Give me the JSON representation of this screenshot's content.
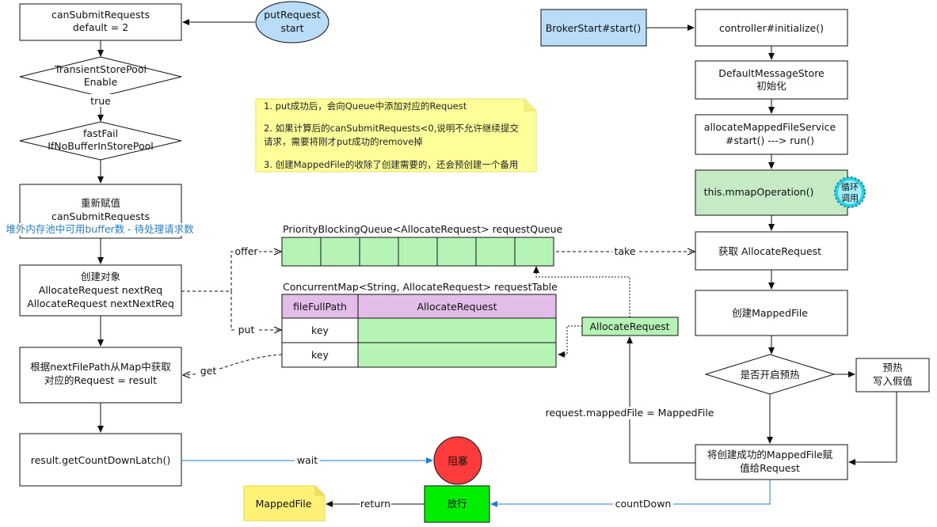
{
  "left_flow": {
    "can_submit": [
      "canSubmitRequests",
      "default = 2"
    ],
    "transient_pool": [
      "TransientStorePool",
      "Enable"
    ],
    "true_label": "true",
    "fast_fail": [
      "fastFail",
      "IfNoBufferInStorePool"
    ],
    "reassign": [
      "重新赋值",
      "canSubmitRequests"
    ],
    "reassign_formula": "堆外内存池中可用buffer数 - 待处理请求数",
    "create_objects": [
      "创建对象",
      "AllocateRequest nextReq",
      "AllocateRequest nextNextReq"
    ],
    "get_from_map": [
      "根据nextFilePath从Map中获取",
      "对应的Request = result"
    ],
    "countdown_latch": "result.getCountDownLatch()",
    "mapped_file": "MappedFile"
  },
  "put_request": [
    "putRequest",
    "start"
  ],
  "note": [
    "1. put成功后，会向Queue中添加对应的Request",
    "2. 如果计算后的canSubmitRequests<0,说明不允许继续提交",
    "请求，需要将刚才put成功的remove掉",
    "3. 创建MappedFile的收除了创建需要的，还会预创建一个备用"
  ],
  "queue": {
    "title": "PriorityBlockingQueue<AllocateRequest> requestQueue",
    "cells": 7
  },
  "table": {
    "title": "ConcurrentMap<String, AllocateRequest> requestTable",
    "headers": [
      "fileFullPath",
      "AllocateRequest"
    ],
    "rows": [
      [
        "key",
        ""
      ],
      [
        "key",
        ""
      ]
    ]
  },
  "edge_labels": {
    "offer": "offer",
    "take": "take",
    "put": "put",
    "get": "get",
    "wait": "wait",
    "return": "return",
    "count_down": "countDown",
    "mapped_assign": "request.mappedFile = MappedFile"
  },
  "allocate_request_box": "AllocateRequest",
  "blocked": "阻塞",
  "release": "放行",
  "right_flow": {
    "broker_start": "BrokerStart#start()",
    "controller_init": "controller#initialize()",
    "default_store": [
      "DefaultMessageStore",
      "初始化"
    ],
    "allocate_service": [
      "allocateMappedFileService",
      "#start() ---> run()"
    ],
    "mmap_operation": "this.mmapOperation()",
    "loop_call": [
      "循环",
      "调用"
    ],
    "get_request": "获取 AllocateRequest",
    "create_mapped": "创建MappedFile",
    "warmup_q": "是否开启预热",
    "warmup": [
      "预热",
      "写入假值"
    ],
    "assign_result": [
      "将创建成功的MappedFile赋",
      "值给Request"
    ]
  },
  "colors": {
    "green_fill": "#b6f4b6",
    "purple_fill": "#e1bde8",
    "note_fill": "#ffff99",
    "blue_fill": "#b9dcf7",
    "red": "#ff3b3b",
    "bright_green": "#00ee00",
    "mmap_fill": "#c6e9c6",
    "blue_line": "#1f7fd6"
  }
}
